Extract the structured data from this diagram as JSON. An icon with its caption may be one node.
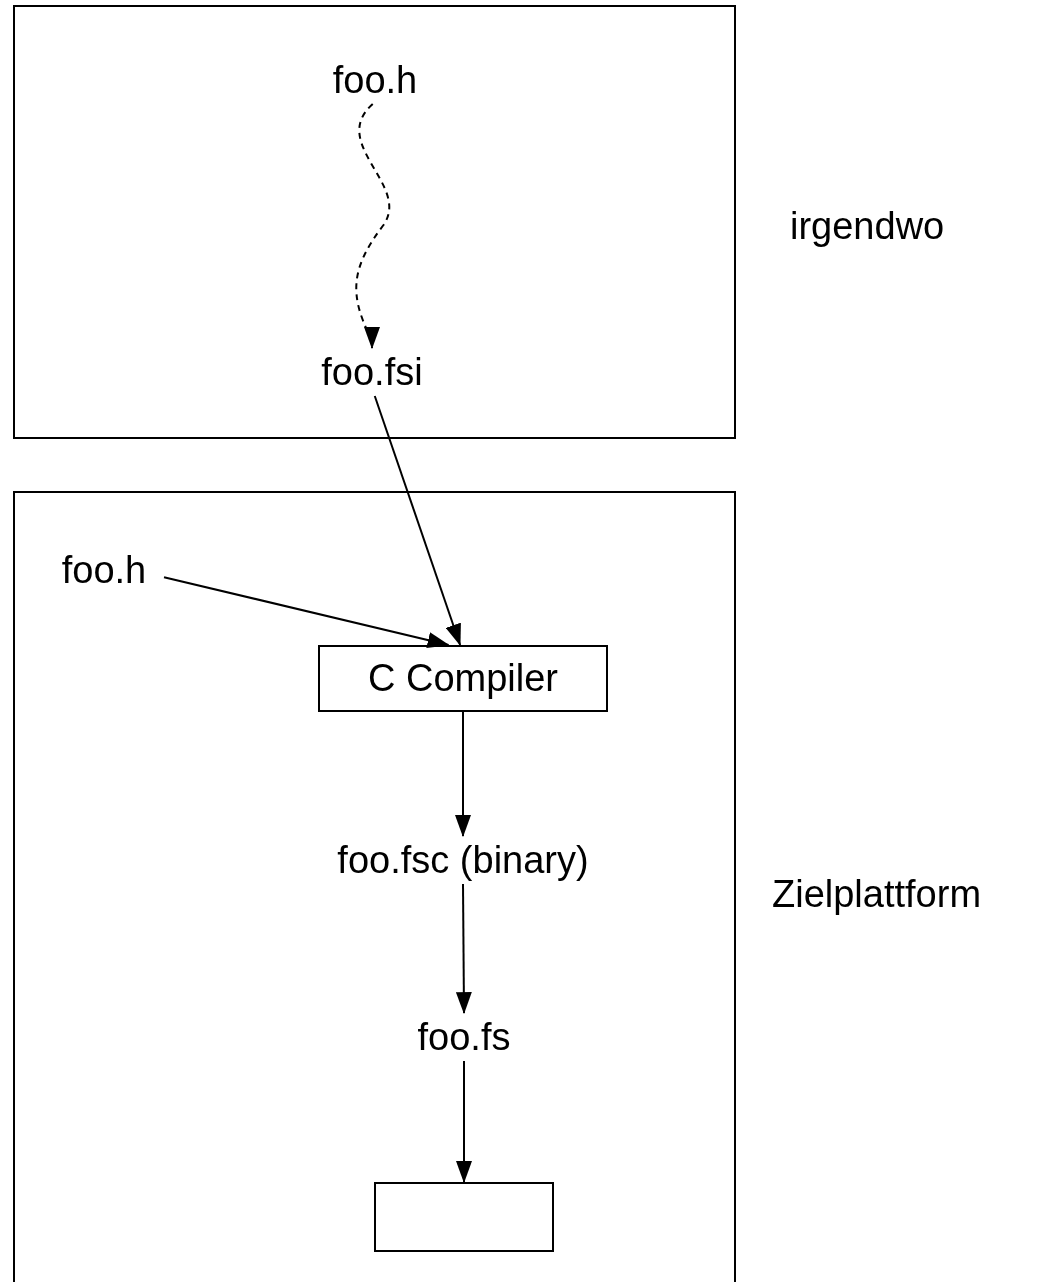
{
  "diagram": {
    "nodes": [
      {
        "text": [],
        "shape": "box",
        "beside": [
          "irgendwo"
        ]
      },
      {
        "text": [
          "foo.h"
        ],
        "in": 0
      },
      {
        "text": [
          "foo.fsi"
        ],
        "in": 0
      },
      {
        "text": [],
        "shape": "box",
        "beside": [
          "Zielplattform"
        ]
      },
      {
        "text": [
          "foo.h"
        ],
        "in": 3
      },
      {
        "text": [
          "C Compiler"
        ],
        "in": 3
      },
      {
        "text": [
          "foo.fsc (binary)"
        ],
        "in": 3
      },
      {
        "text": [
          "foo.fs"
        ],
        "in": 3
      },
      {
        "text": [],
        "shape": "box",
        "in": 3
      }
    ],
    "edges": [
      {
        "from": 1,
        "to": 2,
        "arrow": "to",
        "style": "dashed"
      },
      {
        "from": 2,
        "to": 5,
        "arrow": "to"
      },
      {
        "from": 4,
        "to": 5,
        "arrow": "to"
      },
      {
        "from": 5,
        "to": 6,
        "arrow": "to"
      },
      {
        "from": 6,
        "to": 7,
        "arrow": "to"
      },
      {
        "from": 7,
        "to": 8,
        "arrow": "to"
      }
    ]
  }
}
